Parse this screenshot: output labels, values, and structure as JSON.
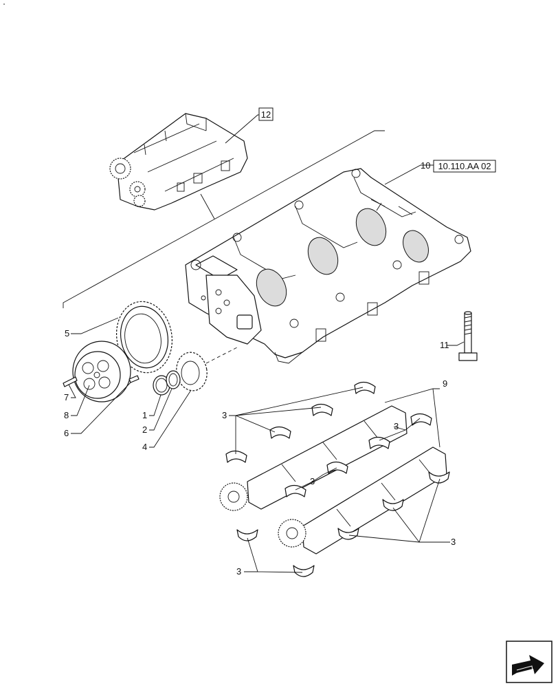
{
  "callouts": {
    "c1": "1",
    "c2": "2",
    "c3a": "3",
    "c3b": "3",
    "c3c": "3",
    "c3d": "3",
    "c3e": "3",
    "c4": "4",
    "c5": "5",
    "c6": "6",
    "c7": "7",
    "c8": "8",
    "c9": "9",
    "c10": "10",
    "c11": "11",
    "c12": "12"
  },
  "reference_box": "10.110.AA 02",
  "icons": {
    "navigation": "next-page-arrow-icon"
  }
}
